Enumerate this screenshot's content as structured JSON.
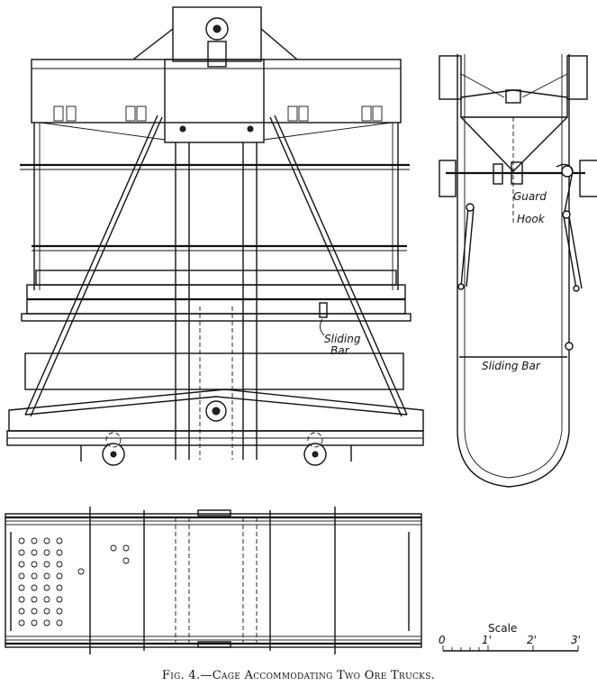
{
  "labels": {
    "sliding_bar_front": [
      "Sliding",
      "Bar"
    ],
    "guard_hook": [
      "Guard",
      "Hook"
    ],
    "sliding_bar_side": "Sliding Bar"
  },
  "scale": {
    "title": "Scale",
    "ticks": [
      "0",
      "1'",
      "2'",
      "3'"
    ]
  },
  "caption": "Fig. 4.—Cage Accommodating Two Ore Trucks."
}
